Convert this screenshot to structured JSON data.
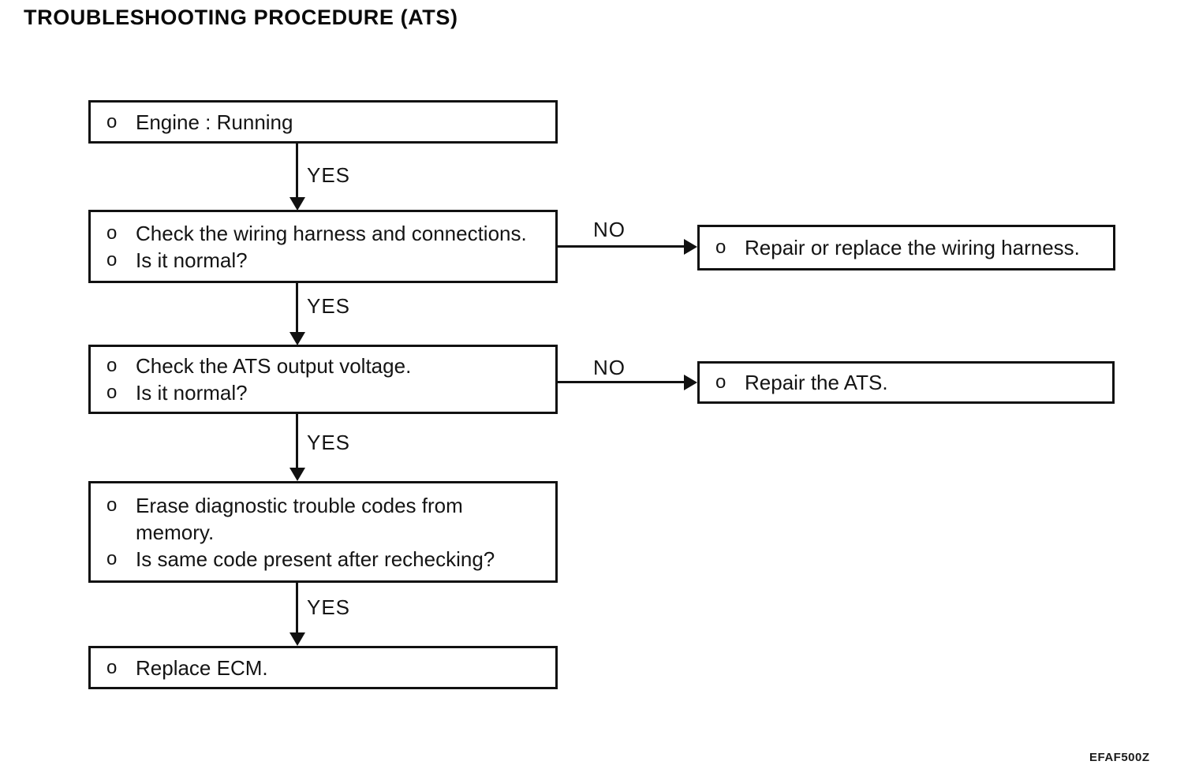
{
  "title": "TROUBLESHOOTING PROCEDURE (ATS)",
  "figure_code": "EFAF500Z",
  "nodes": {
    "engine_running": {
      "rows": [
        {
          "marker": "o",
          "text": "Engine : Running"
        }
      ]
    },
    "check_wiring": {
      "rows": [
        {
          "marker": "o",
          "text": "Check the wiring harness and connections."
        },
        {
          "marker": "o",
          "text": "Is it normal?"
        }
      ]
    },
    "repair_wiring": {
      "rows": [
        {
          "marker": "o",
          "text": "Repair or replace the wiring harness."
        }
      ]
    },
    "check_ats": {
      "rows": [
        {
          "marker": "o",
          "text": "Check the ATS output voltage."
        },
        {
          "marker": "o",
          "text": "Is it normal?"
        }
      ]
    },
    "repair_ats": {
      "rows": [
        {
          "marker": "o",
          "text": "Repair the ATS."
        }
      ]
    },
    "erase_codes": {
      "rows": [
        {
          "marker": "o",
          "text": "Erase diagnostic trouble codes from"
        },
        {
          "marker": "",
          "text": "memory."
        },
        {
          "marker": "o",
          "text": "Is same code present after rechecking?"
        }
      ]
    },
    "replace_ecm": {
      "rows": [
        {
          "marker": "o",
          "text": "Replace ECM."
        }
      ]
    }
  },
  "edges": [
    {
      "from": "engine_running",
      "to": "check_wiring",
      "label": "YES"
    },
    {
      "from": "check_wiring",
      "to": "repair_wiring",
      "label": "NO"
    },
    {
      "from": "check_wiring",
      "to": "check_ats",
      "label": "YES"
    },
    {
      "from": "check_ats",
      "to": "repair_ats",
      "label": "NO"
    },
    {
      "from": "check_ats",
      "to": "erase_codes",
      "label": "YES"
    },
    {
      "from": "erase_codes",
      "to": "replace_ecm",
      "label": "YES"
    }
  ]
}
